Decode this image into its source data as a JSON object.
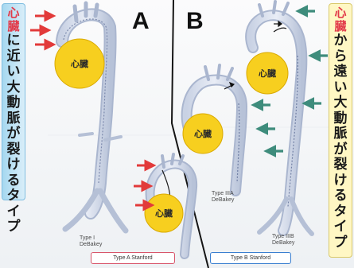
{
  "panels": {
    "a": {
      "label": "A"
    },
    "b": {
      "label": "B"
    }
  },
  "heart_label": "心臓",
  "left_banner": {
    "highlight": [
      "心",
      "臓"
    ],
    "rest": [
      "に",
      "近",
      "い",
      "大",
      "動",
      "脈",
      "が",
      "裂",
      "け",
      "る",
      "タ",
      "イ",
      "プ"
    ]
  },
  "right_banner": {
    "highlight": [
      "心",
      "臓"
    ],
    "rest": [
      "か",
      "ら",
      "遠",
      "い",
      "大",
      "動",
      "脈",
      "が",
      "裂",
      "け",
      "る",
      "タ",
      "イ",
      "プ"
    ]
  },
  "captions": {
    "type_i": {
      "line1": "Type I",
      "line2": "DeBakey"
    },
    "type_iiia": {
      "line1": "Type IIIA",
      "line2": "DeBakey"
    },
    "type_iiib": {
      "line1": "Type IIIB",
      "line2": "DeBakey"
    }
  },
  "stanford": {
    "a": "Type A Stanford",
    "b": "Type B Stanford"
  },
  "colors": {
    "heart": "#f7cf1f",
    "arrow_a": "#e23a3a",
    "arrow_b": "#3e8c7c",
    "banner_left": "#b9e0f4",
    "banner_right": "#fff7c4",
    "highlight_text": "#e23a4a"
  }
}
